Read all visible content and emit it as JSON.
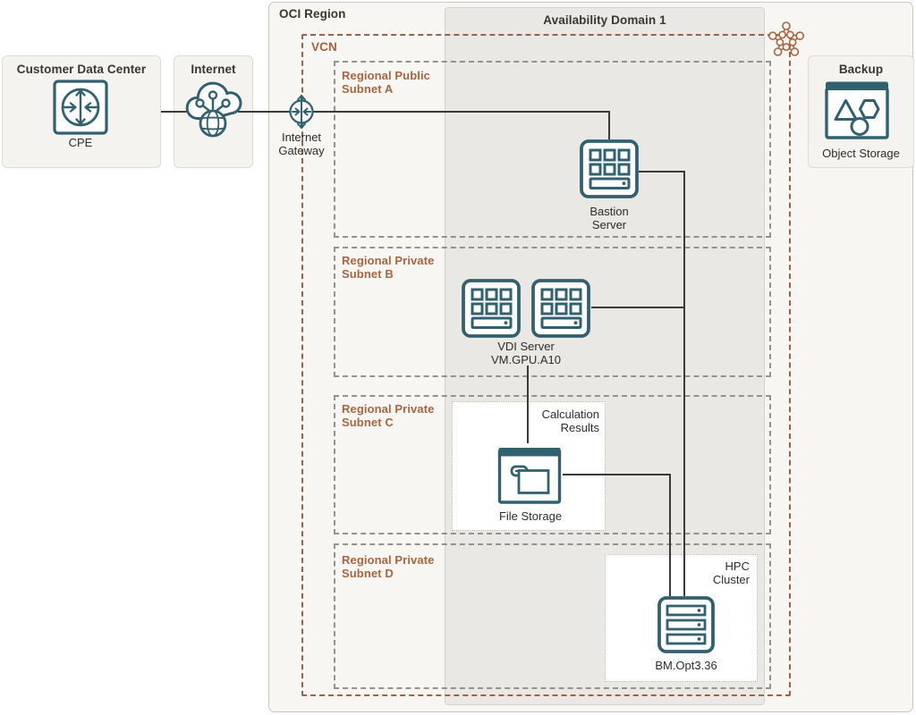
{
  "colors": {
    "icon_teal": "#31616f",
    "vcn_brown": "#a2603e",
    "subnet_label_brown": "#a8653f",
    "connector": "#3a3a38",
    "availability_domain_fill": "#e9e8e4",
    "region_fill": "#f7f6f3"
  },
  "external": {
    "customer_dc": {
      "title": "Customer Data Center",
      "node_label": "CPE"
    },
    "internet": {
      "title": "Internet"
    },
    "backup": {
      "title": "Backup",
      "node_label": "Object Storage"
    }
  },
  "region": {
    "title": "OCI Region",
    "availability_domain": {
      "title": "Availability Domain 1"
    },
    "vcn": {
      "title": "VCN",
      "subnets": [
        {
          "label": "Regional Public\nSubnet A"
        },
        {
          "label": "Regional Private\nSubnet B"
        },
        {
          "label": "Regional Private\nSubnet C"
        },
        {
          "label": "Regional Private\nSubnet D"
        }
      ]
    },
    "internet_gateway": {
      "label": "Internet\nGateway"
    },
    "nodes": {
      "bastion": {
        "label": "Bastion\nServer"
      },
      "vdi": {
        "label": "VDI Server\nVM.GPU.A10"
      },
      "file_storage": {
        "label": "File Storage",
        "annotation": "Calculation\nResults"
      },
      "hpc": {
        "label": "BM.Opt3.36",
        "annotation": "HPC\nCluster"
      }
    }
  }
}
